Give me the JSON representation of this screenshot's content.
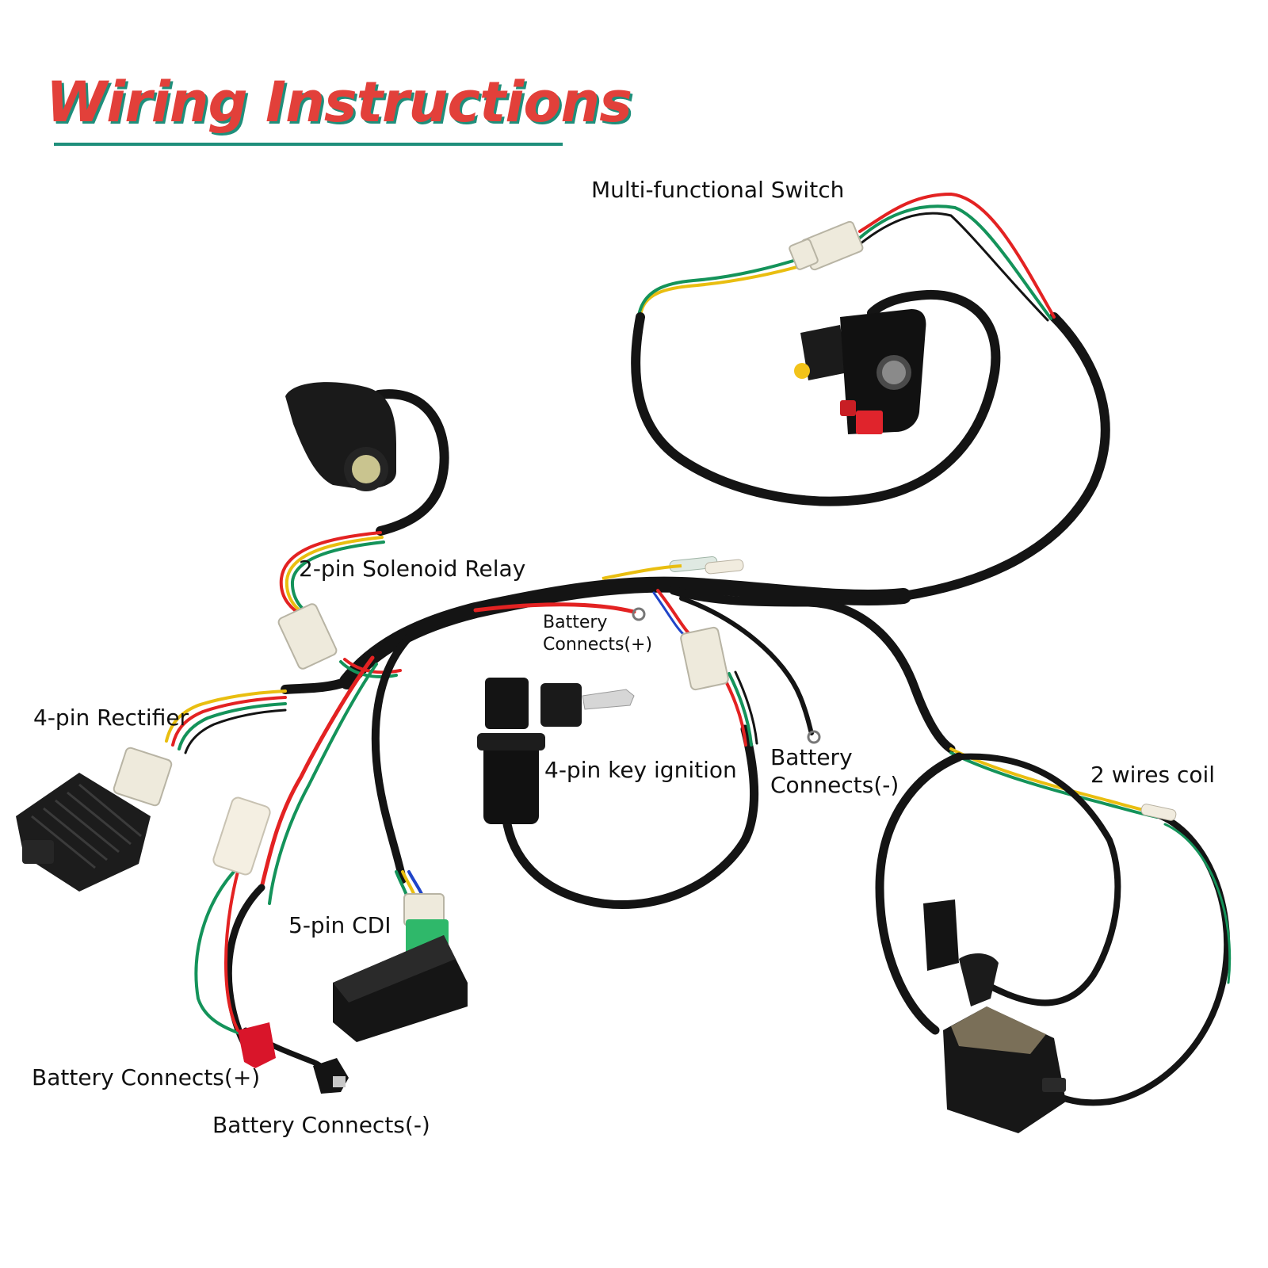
{
  "title": "Wiring Instructions",
  "colors": {
    "title_red": "#e2403a",
    "title_teal": "#1f8f7b",
    "wire_black": "#141414",
    "wire_red": "#e32222",
    "wire_green": "#14935a",
    "wire_yellow": "#e9be10"
  },
  "labels": {
    "multi_switch": "Multi-functional Switch",
    "solenoid_relay": "2-pin Solenoid Relay",
    "battery_plus_top_1": "Battery",
    "battery_plus_top_2": "Connects(+)",
    "rectifier": "4-pin Rectifier",
    "key_ignition": "4-pin key ignition",
    "battery_minus_right_1": "Battery",
    "battery_minus_right_2": "Connects(-)",
    "coil": "2 wires coil",
    "cdi": "5-pin CDI",
    "battery_plus_bottom": "Battery Connects(+)",
    "battery_minus_bottom": "Battery Connects(-)"
  },
  "components": [
    {
      "name": "multi-functional-switch",
      "icon": "handlebar-switch-icon"
    },
    {
      "name": "solenoid-relay",
      "icon": "relay-icon"
    },
    {
      "name": "rectifier",
      "icon": "heatsink-icon"
    },
    {
      "name": "key-ignition",
      "icon": "key-switch-icon"
    },
    {
      "name": "cdi-box",
      "icon": "cdi-icon"
    },
    {
      "name": "ignition-coil",
      "icon": "coil-icon"
    }
  ]
}
